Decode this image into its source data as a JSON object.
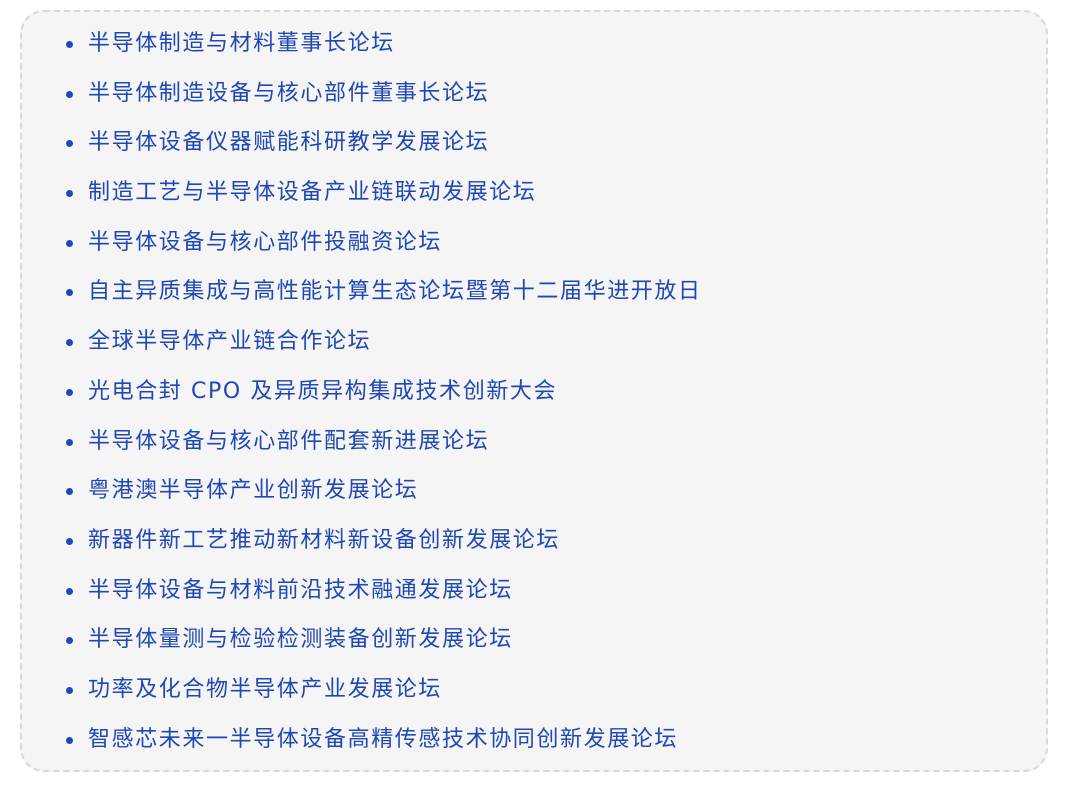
{
  "forums": [
    "半导体制造与材料董事长论坛",
    "半导体制造设备与核心部件董事长论坛",
    "半导体设备仪器赋能科研教学发展论坛",
    "制造工艺与半导体设备产业链联动发展论坛",
    "半导体设备与核心部件投融资论坛",
    "自主异质集成与高性能计算生态论坛暨第十二届华进开放日",
    "全球半导体产业链合作论坛",
    "光电合封 CPO 及异质异构集成技术创新大会",
    "半导体设备与核心部件配套新进展论坛",
    "粤港澳半导体产业创新发展论坛",
    "新器件新工艺推动新材料新设备创新发展论坛",
    "半导体设备与材料前沿技术融通发展论坛",
    "半导体量测与检验检测装备创新发展论坛",
    "功率及化合物半导体产业发展论坛",
    "智感芯未来一半导体设备高精传感技术协同创新发展论坛"
  ],
  "colors": {
    "text": "#1f47b5",
    "panel_background": "#f5f5f5",
    "panel_border": "#d8d8d8"
  }
}
